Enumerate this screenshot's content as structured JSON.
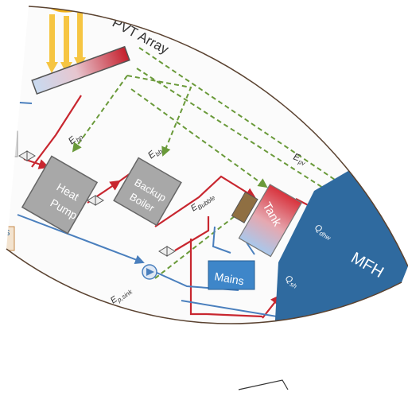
{
  "labels": {
    "pvt_array": "PVT Array",
    "heat_pump_line1": "Heat",
    "heat_pump_line2": "Pump",
    "backup_boiler_line1": "Backup",
    "backup_boiler_line2": "Boiler",
    "tank": "Tank",
    "mains": "Mains",
    "mfh": "MFH",
    "e_hp": "E",
    "e_hp_sub": "hp",
    "e_bb": "E",
    "e_bb_sub": "bb",
    "e_pv": "E",
    "e_pv_sub": "pv",
    "e_bubble": "E",
    "e_bubble_sub": "Bubble",
    "e_pumps": "E",
    "e_pumps_sub": "p,sink",
    "q_dhw": "Q",
    "q_dhw_sub": "dhw",
    "q_sh": "Q",
    "q_sh_sub": "sh",
    "edge_fragment": "s"
  },
  "colors": {
    "hot_pipe": "#c8262f",
    "cold_pipe": "#4a7fbd",
    "electric": "#6a9a3a",
    "component_gray": "#a8a8a8",
    "mfh_blue": "#2f6a9f",
    "mains_blue": "#3e86c9",
    "sun": "#f2b21b",
    "border": "#5a4230"
  }
}
